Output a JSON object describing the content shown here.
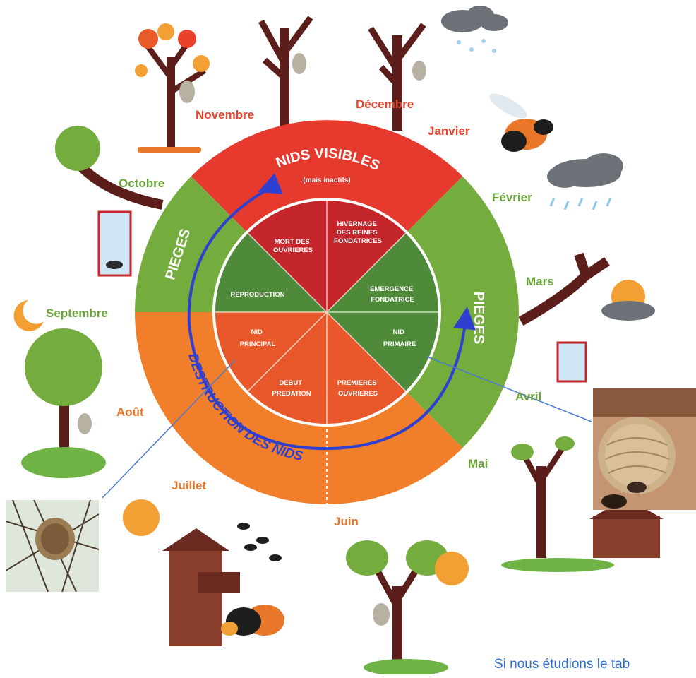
{
  "months": {
    "decembre": "Décembre",
    "novembre": "Novembre",
    "janvier": "Janvier",
    "octobre": "Octobre",
    "fevrier": "Février",
    "mars": "Mars",
    "septembre": "Septembre",
    "aout": "Août",
    "avril": "Avril",
    "mai": "Mai",
    "juillet": "Juillet",
    "juin": "Juin"
  },
  "outer": {
    "nids_visibles": "NIDS VISIBLES",
    "nids_visibles_sub": "(mais inactifs)",
    "pieges_left": "PIEGES",
    "pieges_right": "PIEGES",
    "destruction": "DESTRUCTION DES NIDS"
  },
  "inner": {
    "mort_1": "MORT DES",
    "mort_2": "OUVRIERES",
    "hiv_1": "HIVERNAGE",
    "hiv_2": "DES REINES",
    "hiv_3": "FONDATRICES",
    "repro": "REPRODUCTION",
    "emerg_1": "EMERGENCE",
    "emerg_2": "FONDATRICE",
    "nidp_1": "NID",
    "nidp_2": "PRINCIPAL",
    "nidpr_1": "NID",
    "nidpr_2": "PRIMAIRE",
    "debut_1": "DEBUT",
    "debut_2": "PREDATION",
    "prem_1": "PREMIERES",
    "prem_2": "OUVRIERES"
  },
  "footer": "Si nous étudions le tab",
  "colors": {
    "red": "#e63a2e",
    "dark_red": "#c4262b",
    "green": "#74ac3e",
    "dark_green": "#4f8a3a",
    "orange": "#f07e2a",
    "dark_orange": "#e8582a",
    "arrow_blue": "#2f3fd0",
    "month_red": "#e4452e",
    "month_green": "#6aa53a",
    "month_orange": "#e8772a"
  }
}
